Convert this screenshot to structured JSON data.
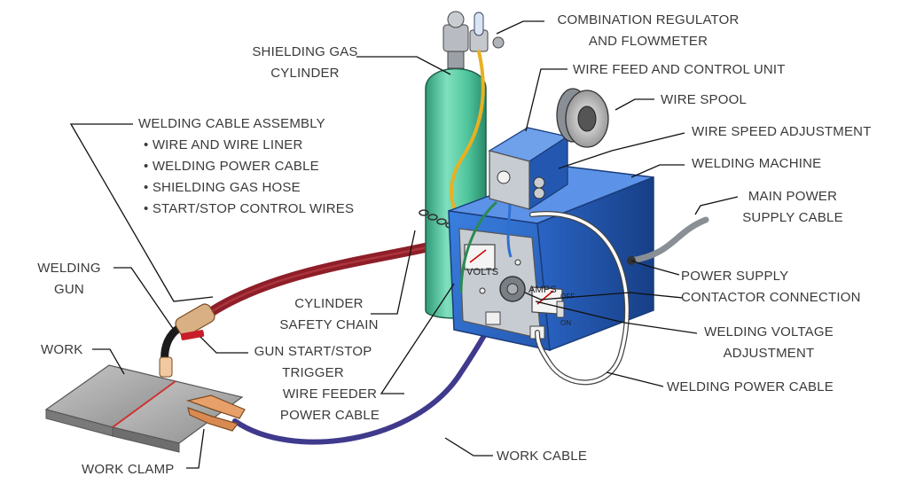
{
  "labels": {
    "regulator": [
      "COMBINATION REGULATOR",
      "AND FLOWMETER"
    ],
    "shielding_gas_cylinder": [
      "SHIELDING GAS",
      "CYLINDER"
    ],
    "wire_feed_unit": "WIRE FEED AND CONTROL UNIT",
    "wire_spool": "WIRE SPOOL",
    "welding_cable_assembly": {
      "title": "WELDING CABLE ASSEMBLY",
      "items": [
        "WIRE AND WIRE LINER",
        "WELDING POWER CABLE",
        "SHIELDING GAS HOSE",
        "START/STOP CONTROL WIRES"
      ]
    },
    "wire_speed_adjustment": "WIRE SPEED ADJUSTMENT",
    "welding_machine": "WELDING MACHINE",
    "main_power_supply_cable": [
      "MAIN POWER",
      "SUPPLY CABLE"
    ],
    "welding_gun": [
      "WELDING",
      "GUN"
    ],
    "power_supply_contactor": [
      "POWER SUPPLY",
      "CONTACTOR CONNECTION"
    ],
    "cylinder_safety_chain": [
      "CYLINDER",
      "SAFETY CHAIN"
    ],
    "welding_voltage_adjustment": [
      "WELDING VOLTAGE",
      "ADJUSTMENT"
    ],
    "work": "WORK",
    "gun_trigger": [
      "GUN START/STOP",
      "TRIGGER"
    ],
    "wire_feeder_power_cable": [
      "WIRE FEEDER",
      "POWER CABLE"
    ],
    "welding_power_cable": "WELDING POWER CABLE",
    "work_cable": "WORK CABLE",
    "work_clamp": "WORK CLAMP"
  },
  "panel": {
    "volts": "VOLTS",
    "amps": "AMPS",
    "off": "OFF",
    "on": "ON"
  },
  "colors": {
    "machine_front": "#2f6fd0",
    "machine_side": "#1d4e9e",
    "cylinder": "#4fc59c",
    "welding_cable": "#8e1e28",
    "work_cable": "#3f3a8c",
    "gas_hose": "#e8b023",
    "leader": "#111111"
  }
}
